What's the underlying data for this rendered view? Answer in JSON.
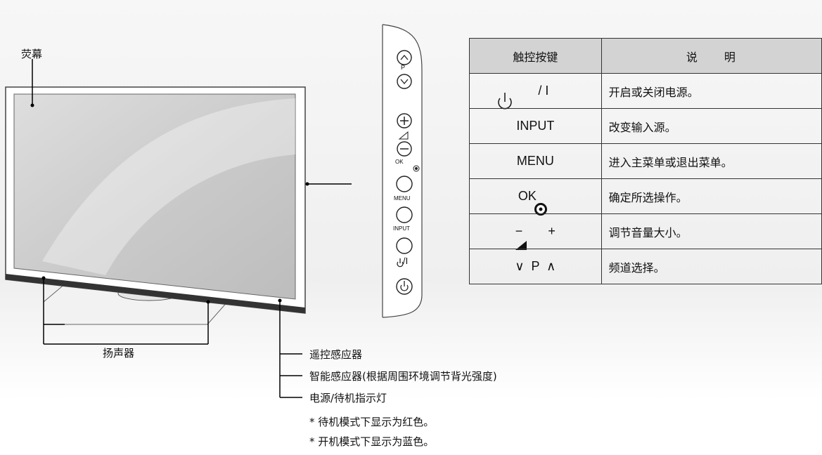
{
  "labels": {
    "screen": "荧幕",
    "speaker": "扬声器",
    "remote_sensor": "遥控感应器",
    "smart_sensor": "智能感应器(根据周围环境调节背光强度)",
    "power_indicator": "电源/待机指示灯",
    "note_standby": "* 待机模式下显示为红色。",
    "note_on": "* 开机模式下显示为蓝色。"
  },
  "panel_marks": {
    "p": "P",
    "ok": "OK",
    "menu": "MENU",
    "input": "INPUT",
    "power": "/I"
  },
  "table": {
    "header_key": "触控按键",
    "header_desc": "说　　明",
    "rows": [
      {
        "key": "/ I",
        "desc": "开启或关闭电源。"
      },
      {
        "key": "INPUT",
        "desc": "改变输入源。"
      },
      {
        "key": "MENU",
        "desc": "进入主菜单或退出菜单。"
      },
      {
        "key": "OK",
        "desc": "确定所选操作。"
      },
      {
        "key": "+",
        "desc": "调节音量大小。"
      },
      {
        "key": "∨  P  ∧",
        "desc": "频道选择。"
      }
    ]
  },
  "table_marks": {
    "minus": "−"
  }
}
